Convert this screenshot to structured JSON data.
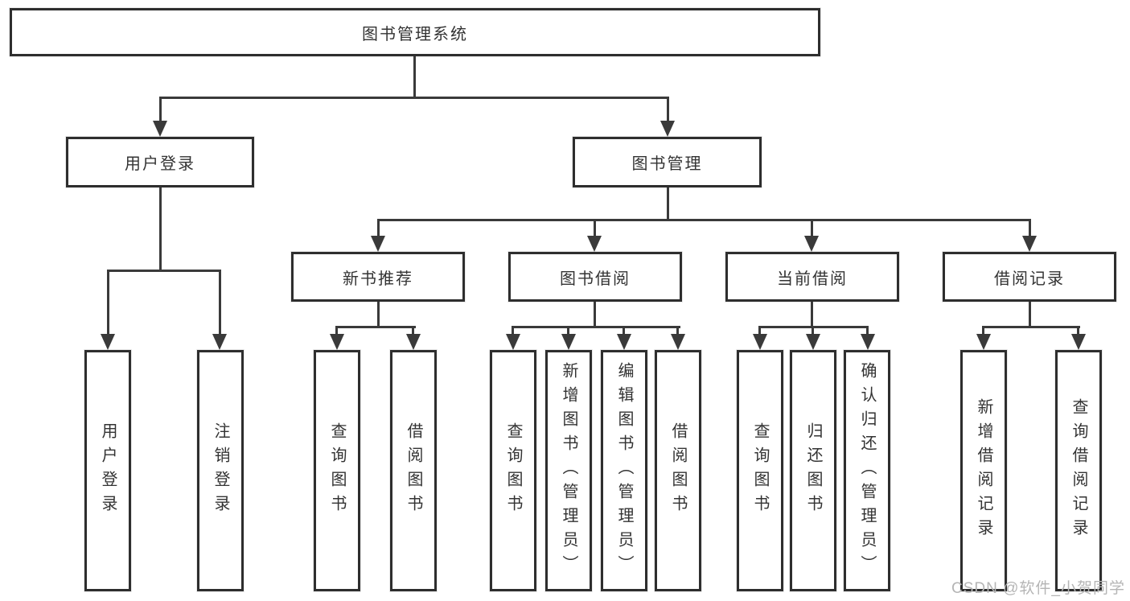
{
  "diagram_title": "图书管理系统",
  "tree": {
    "label": "图书管理系统",
    "children": [
      {
        "label": "用户登录",
        "children": [
          {
            "label": "用户登录"
          },
          {
            "label": "注销登录"
          }
        ]
      },
      {
        "label": "图书管理",
        "children": [
          {
            "label": "新书推荐",
            "children": [
              {
                "label": "查询图书"
              },
              {
                "label": "借阅图书"
              }
            ]
          },
          {
            "label": "图书借阅",
            "children": [
              {
                "label": "查询图书"
              },
              {
                "label": "新增图书（管理员）"
              },
              {
                "label": "编辑图书（管理员）"
              },
              {
                "label": "借阅图书"
              }
            ]
          },
          {
            "label": "当前借阅",
            "children": [
              {
                "label": "查询图书"
              },
              {
                "label": "归还图书"
              },
              {
                "label": "确认归还（管理员）"
              }
            ]
          },
          {
            "label": "借阅记录",
            "children": [
              {
                "label": "新增借阅记录"
              },
              {
                "label": "查询借阅记录"
              }
            ]
          }
        ]
      }
    ]
  },
  "watermark": "CSDN @软件_小贺同学",
  "colors": {
    "line": "#3a3a3a",
    "box_border": "#2e2e2e",
    "text": "#333333",
    "watermark": "#b5b5b5",
    "background": "#ffffff"
  }
}
